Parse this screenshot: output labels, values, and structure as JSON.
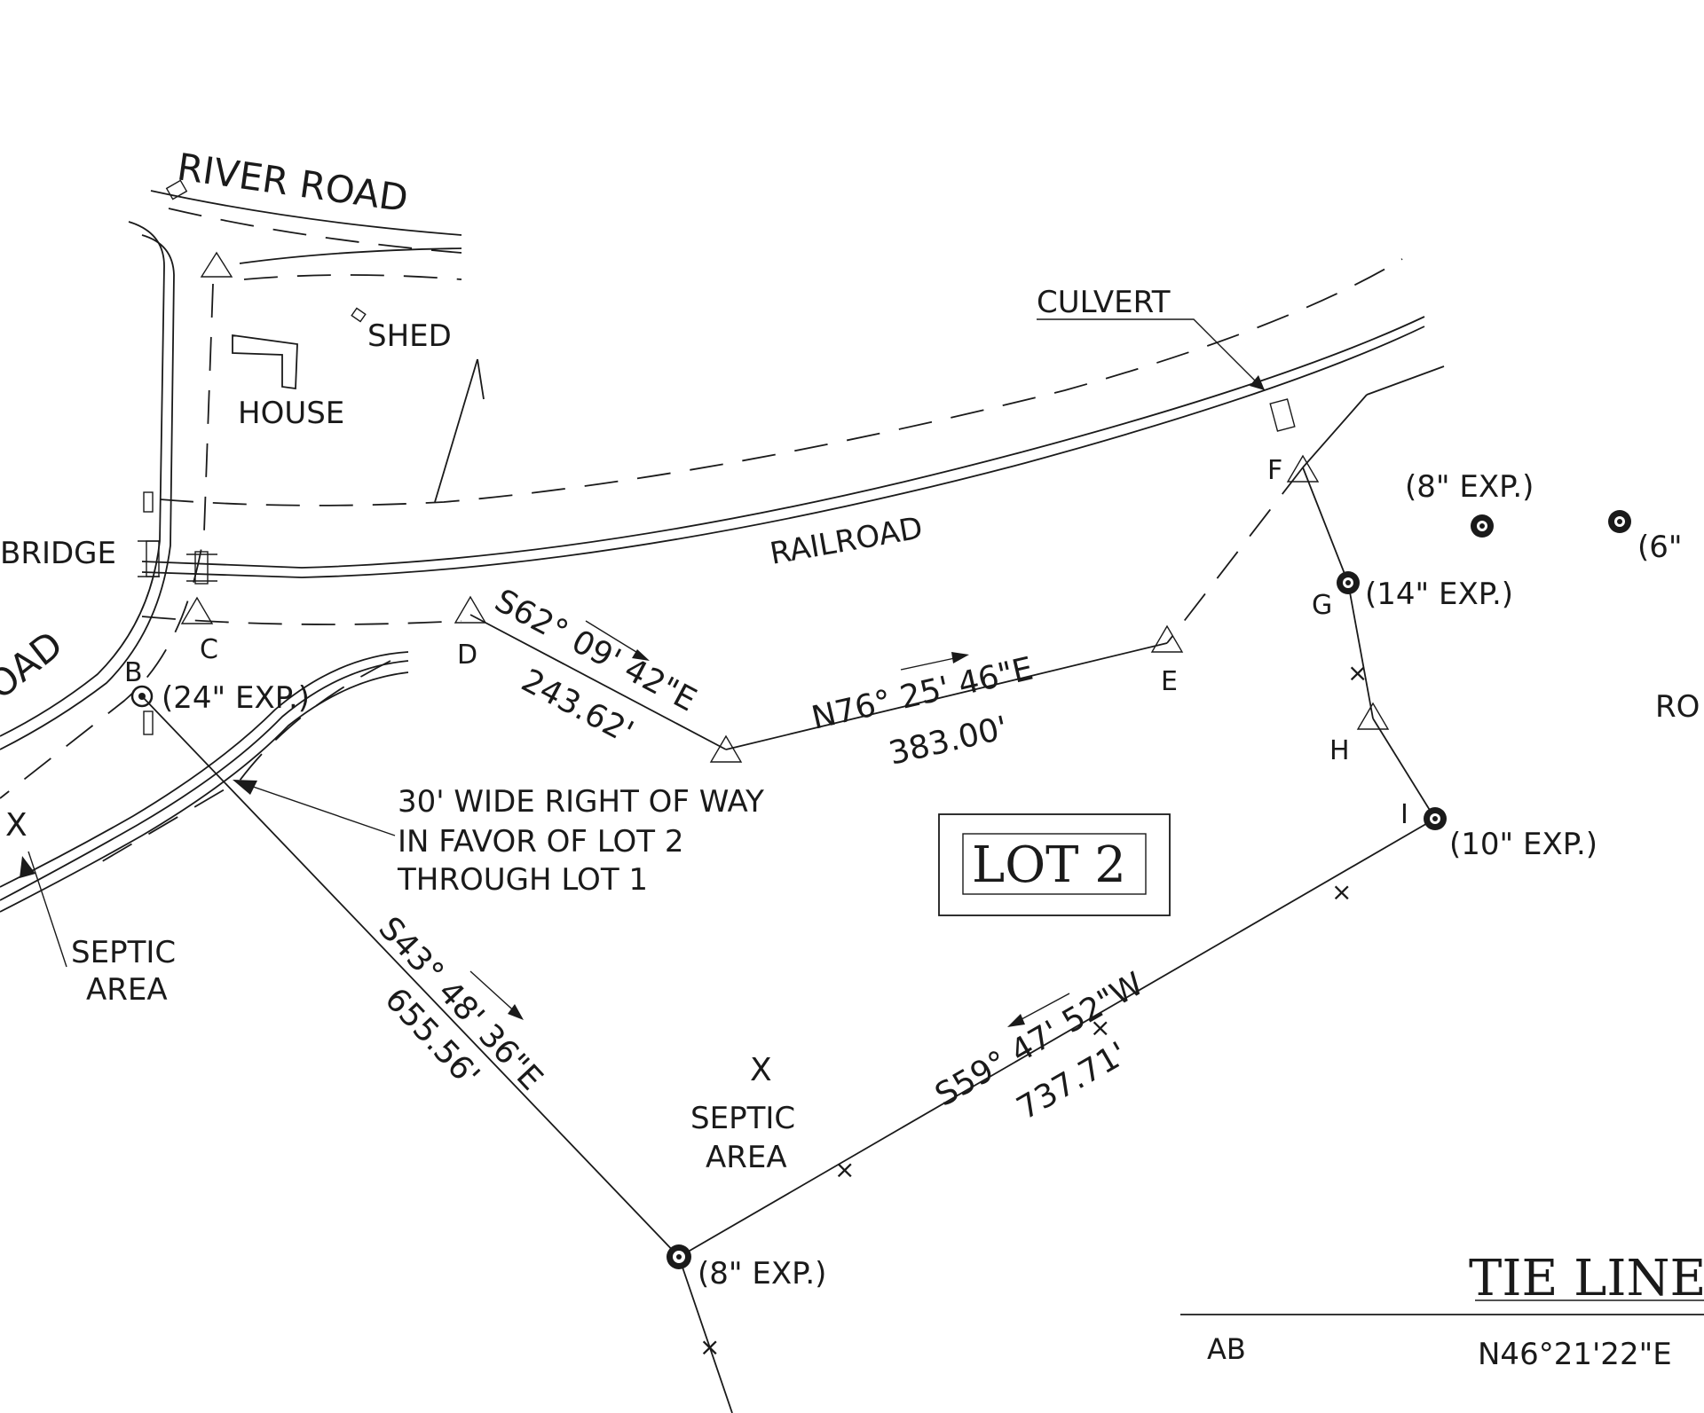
{
  "roads": {
    "river_road": "RIVER ROAD",
    "road_left_fragment": "OAD",
    "road_right_fragment": "RO"
  },
  "features": {
    "shed": "SHED",
    "house": "HOUSE",
    "bridge": "BRIDGE",
    "railroad": "RAILROAD",
    "culvert": "CULVERT",
    "septic_area_left": [
      "SEPTIC",
      "AREA"
    ],
    "septic_area_center": [
      "SEPTIC",
      "AREA"
    ],
    "right_of_way_note": [
      "30' WIDE RIGHT OF WAY",
      "IN FAVOR OF LOT 2",
      "THROUGH LOT 1"
    ]
  },
  "lot_label": "LOT 2",
  "points": {
    "B": "B",
    "C": "C",
    "D": "D",
    "E": "E",
    "F": "F",
    "G": "G",
    "H": "H",
    "I": "I"
  },
  "trees": {
    "b": "(24\" EXP.)",
    "g": "(14\" EXP.)",
    "i": "(10\" EXP.)",
    "bottom": "(8\" EXP.)",
    "top_right_1": "(8\" EXP.)",
    "top_right_2": "(6\""
  },
  "courses": {
    "d_course": {
      "bearing": "S62° 09' 42\"E",
      "distance": "243.62'"
    },
    "e_course": {
      "bearing": "N76° 25' 46\"E",
      "distance": "383.00'"
    },
    "b_course": {
      "bearing": "S43° 48' 36\"E",
      "distance": "655.56'"
    },
    "i_course": {
      "bearing": "S59° 47' 52\"W",
      "distance": "737.71'"
    }
  },
  "tie_lines": {
    "title": "TIE LINE",
    "rows": [
      {
        "line": "AB",
        "bearing": "N46°21'22\"E"
      }
    ]
  }
}
